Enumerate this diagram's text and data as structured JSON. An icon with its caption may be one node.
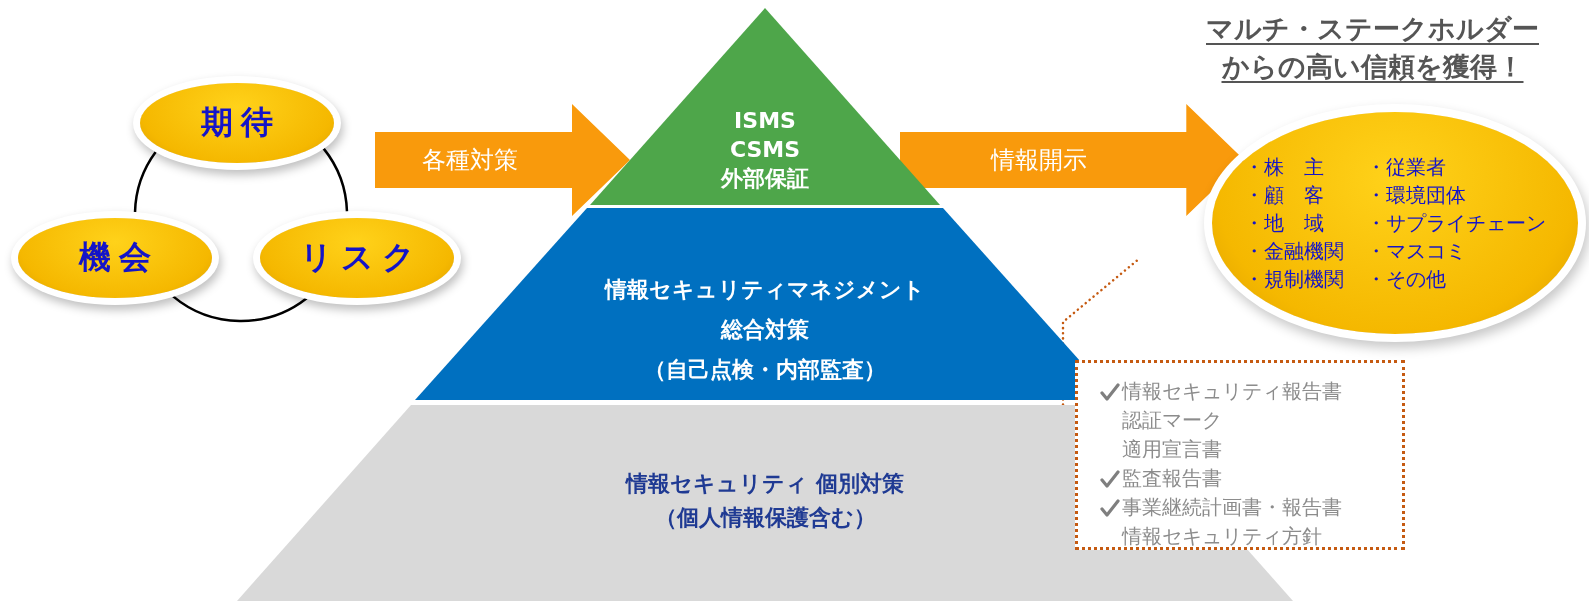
{
  "diagram": {
    "title": "マルチ・ステークホルダーからの高い信頼を獲得！",
    "nodes": [
      {
        "text": [
          "期待"
        ]
      },
      {
        "text": [
          "機会"
        ]
      },
      {
        "text": [
          "リスク"
        ]
      },
      {
        "text": [
          "ISMS",
          "CSMS",
          "外部保証"
        ]
      },
      {
        "text": [
          "情報セキュリティマネジメント",
          "総合対策",
          "（自己点検・内部監査）"
        ]
      },
      {
        "text": [
          "情報セキュリティ 個別対策",
          "（個人情報保護含む）"
        ]
      },
      {
        "text": [
          "・株　主",
          "・顧　客",
          "・地　域",
          "・金融機関",
          "・規制機関",
          "・従業者",
          "・環境団体",
          "・サプライチェーン",
          "・マスコミ",
          "・その他"
        ]
      },
      {
        "text": [
          "情報セキュリティ報告書",
          "認証マーク",
          "適用宣言書",
          "監査報告書",
          "事業継続計画書・報告書",
          "情報セキュリティ方針"
        ]
      }
    ],
    "edges": [
      {
        "from": 0,
        "to": 1,
        "arrow": "none"
      },
      {
        "from": 1,
        "to": 2,
        "arrow": "none"
      },
      {
        "from": 2,
        "to": 0,
        "arrow": "none"
      },
      {
        "from": null,
        "to": 3,
        "arrow": "to",
        "label": "各種対策",
        "style": "thick",
        "color": "#f99a0c"
      },
      {
        "from": 3,
        "to": 6,
        "arrow": "to",
        "label": "情報開示",
        "style": "thick",
        "color": "#f99a0c"
      },
      {
        "from": 7,
        "to": null,
        "arrow": "none",
        "style": "dashed",
        "color": "#c55a11"
      }
    ]
  }
}
